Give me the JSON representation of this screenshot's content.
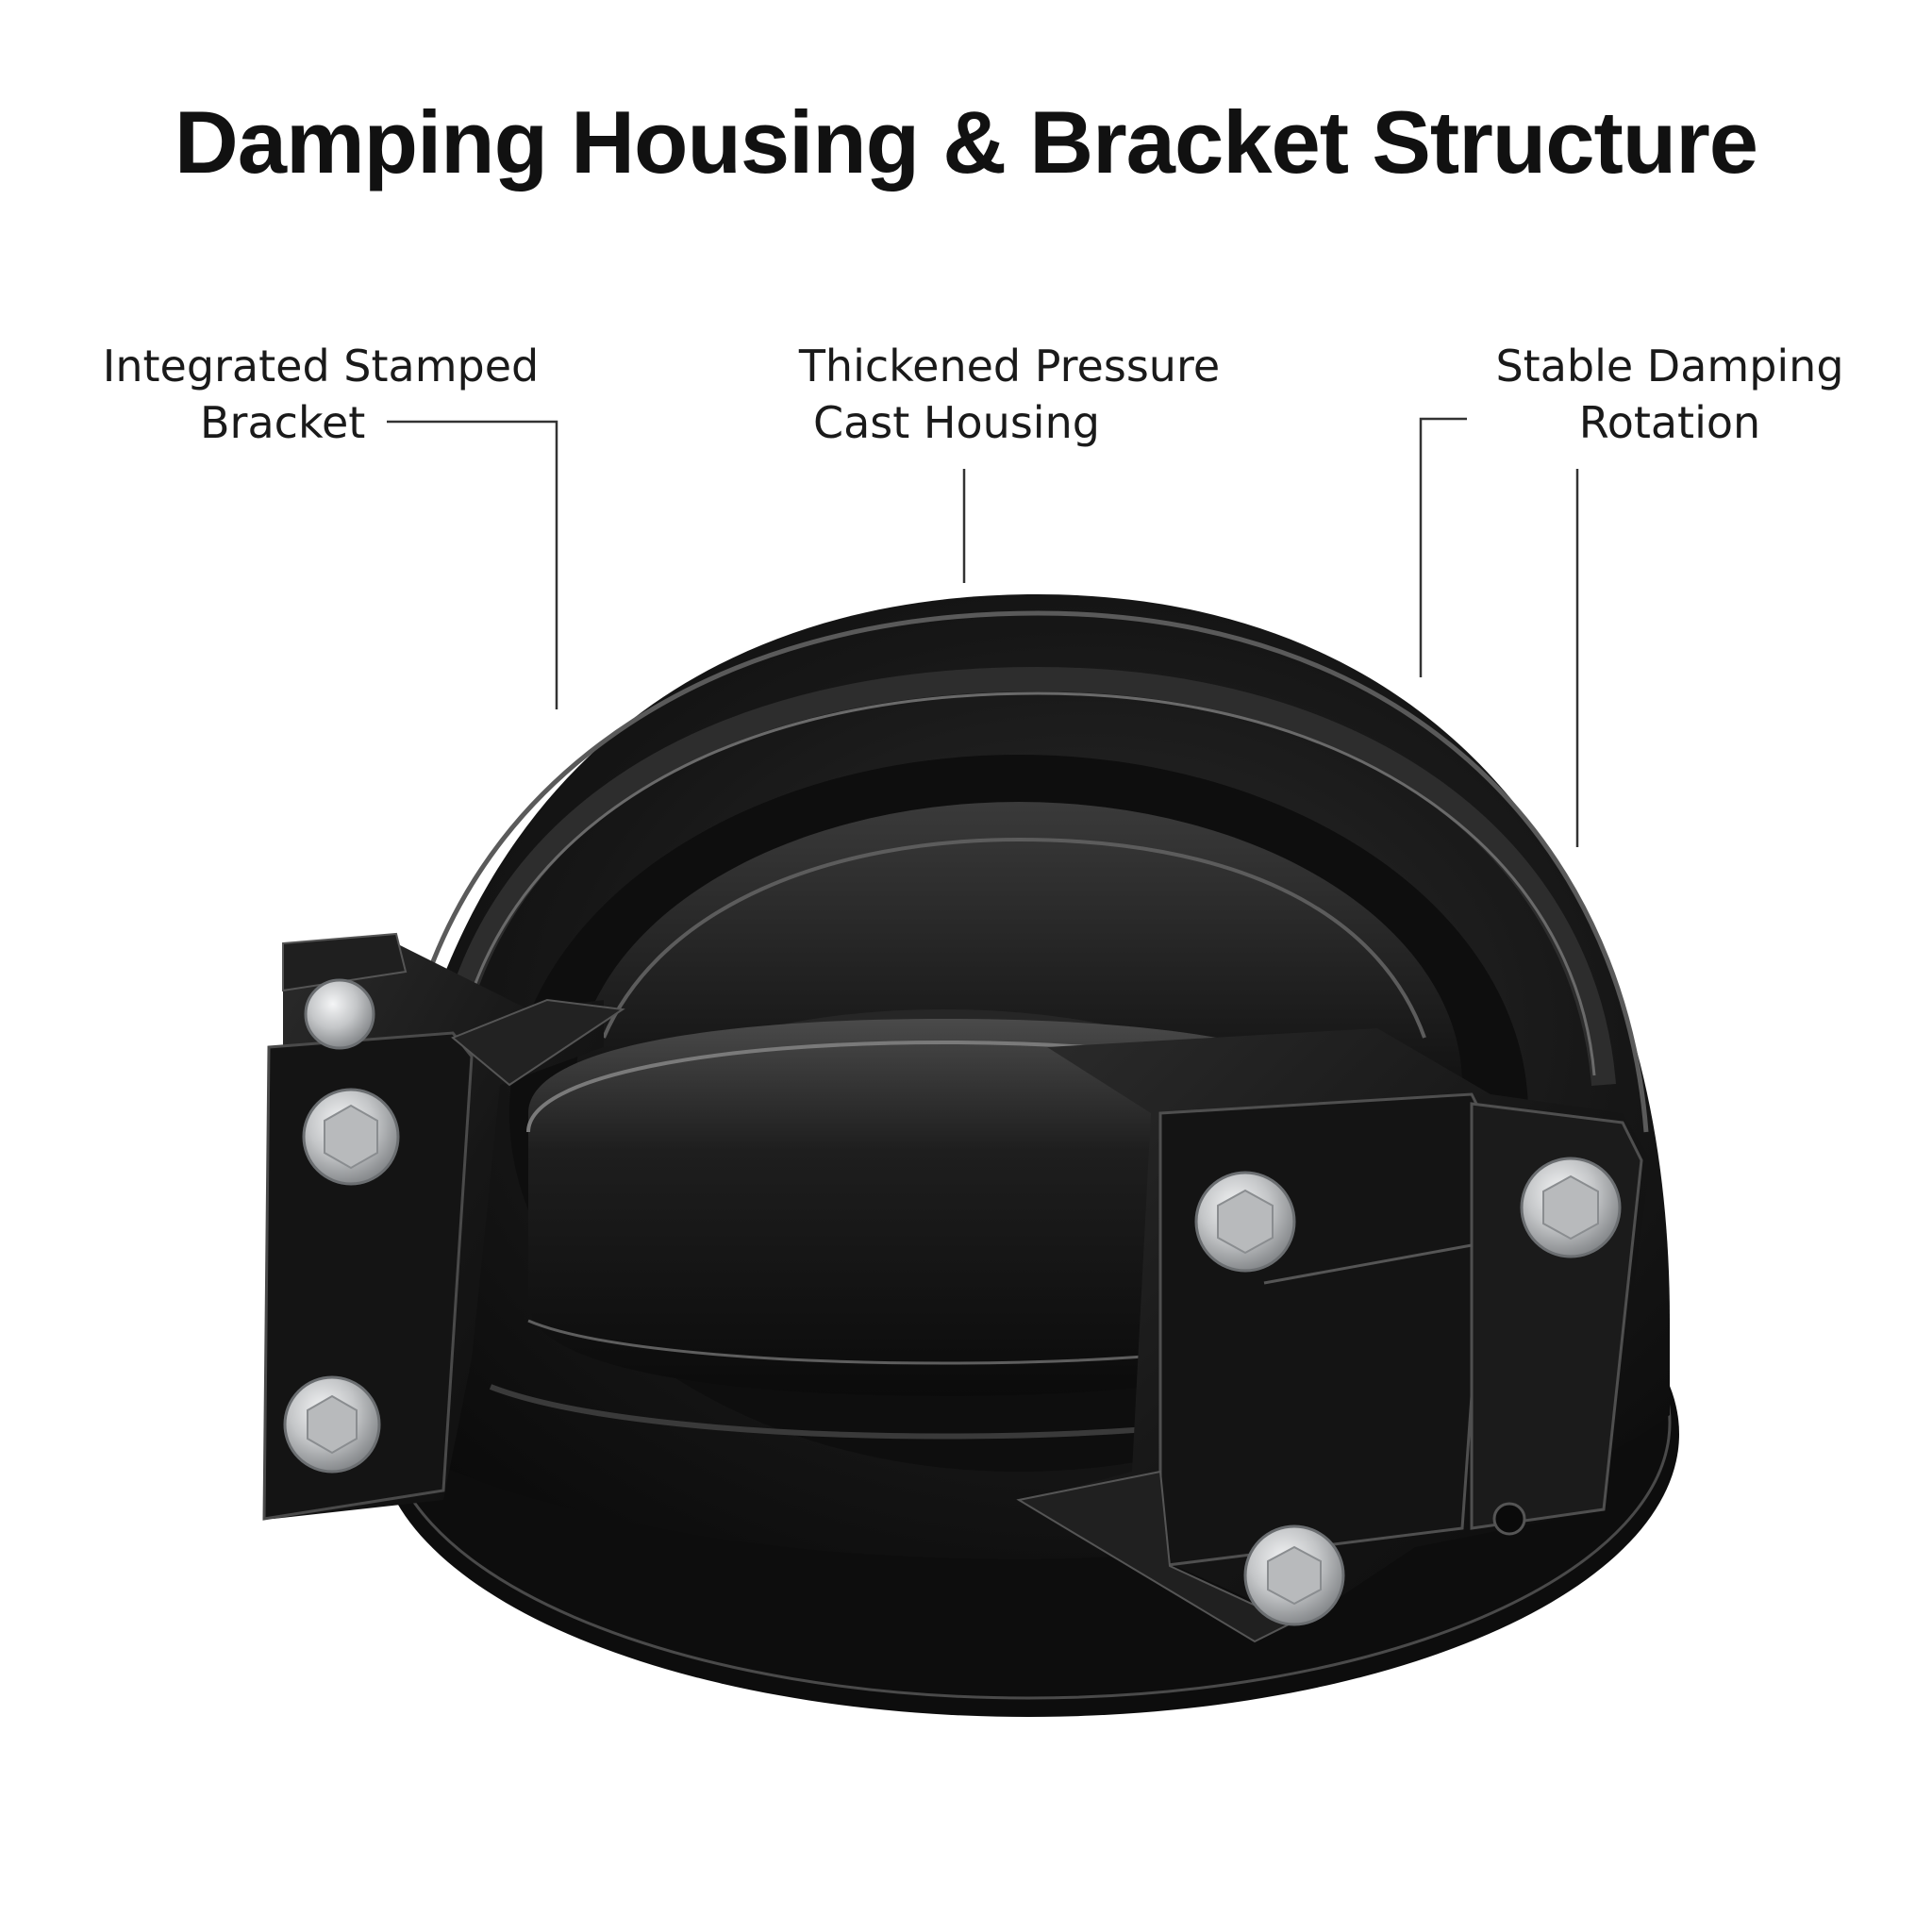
{
  "title": "Damping Housing & Bracket Structure",
  "callouts": [
    {
      "line1": "Integrated Stamped",
      "line2": "Bracket"
    },
    {
      "line1": "Thickened Pressure",
      "line2": "Cast Housing"
    },
    {
      "line1": "Stable Damping",
      "line2": "Rotation"
    }
  ],
  "colors": {
    "background": "#ffffff",
    "text": "#111111",
    "housing": "#141414",
    "bolt": "#c9cbcd"
  }
}
